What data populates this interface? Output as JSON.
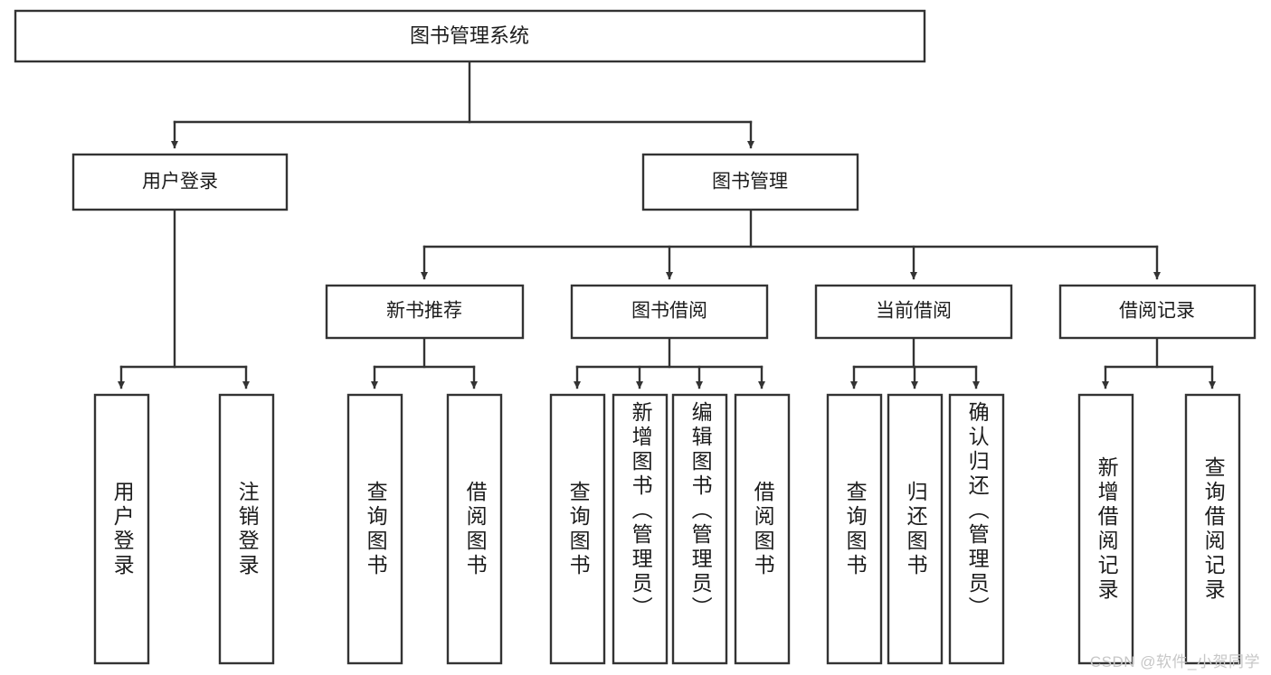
{
  "diagram": {
    "title": "图书管理系统",
    "type": "tree-hierarchy",
    "root": {
      "label": "图书管理系统"
    },
    "level2": [
      {
        "label": "用户登录"
      },
      {
        "label": "图书管理"
      }
    ],
    "level3": [
      {
        "label": "新书推荐"
      },
      {
        "label": "图书借阅"
      },
      {
        "label": "当前借阅"
      },
      {
        "label": "借阅记录"
      }
    ],
    "leaves": {
      "user_login": [
        {
          "label": "用户登录"
        },
        {
          "label": "注销登录"
        }
      ],
      "new_book_recommend": [
        {
          "label": "查询图书"
        },
        {
          "label": "借阅图书"
        }
      ],
      "book_borrow": [
        {
          "label": "查询图书"
        },
        {
          "label": "新增图书（管理员）"
        },
        {
          "label": "编辑图书（管理员）"
        },
        {
          "label": "借阅图书"
        }
      ],
      "current_borrow": [
        {
          "label": "查询图书"
        },
        {
          "label": "归还图书"
        },
        {
          "label": "确认归还（管理员）"
        }
      ],
      "borrow_record": [
        {
          "label": "新增借阅记录"
        },
        {
          "label": "查询借阅记录"
        }
      ]
    }
  },
  "watermark": {
    "text": "CSDN @软件_小贺同学"
  },
  "colors": {
    "stroke": "#333333",
    "box_fill": "#ffffff",
    "text": "#1c1c1c",
    "watermark": "#c7c7c7"
  }
}
